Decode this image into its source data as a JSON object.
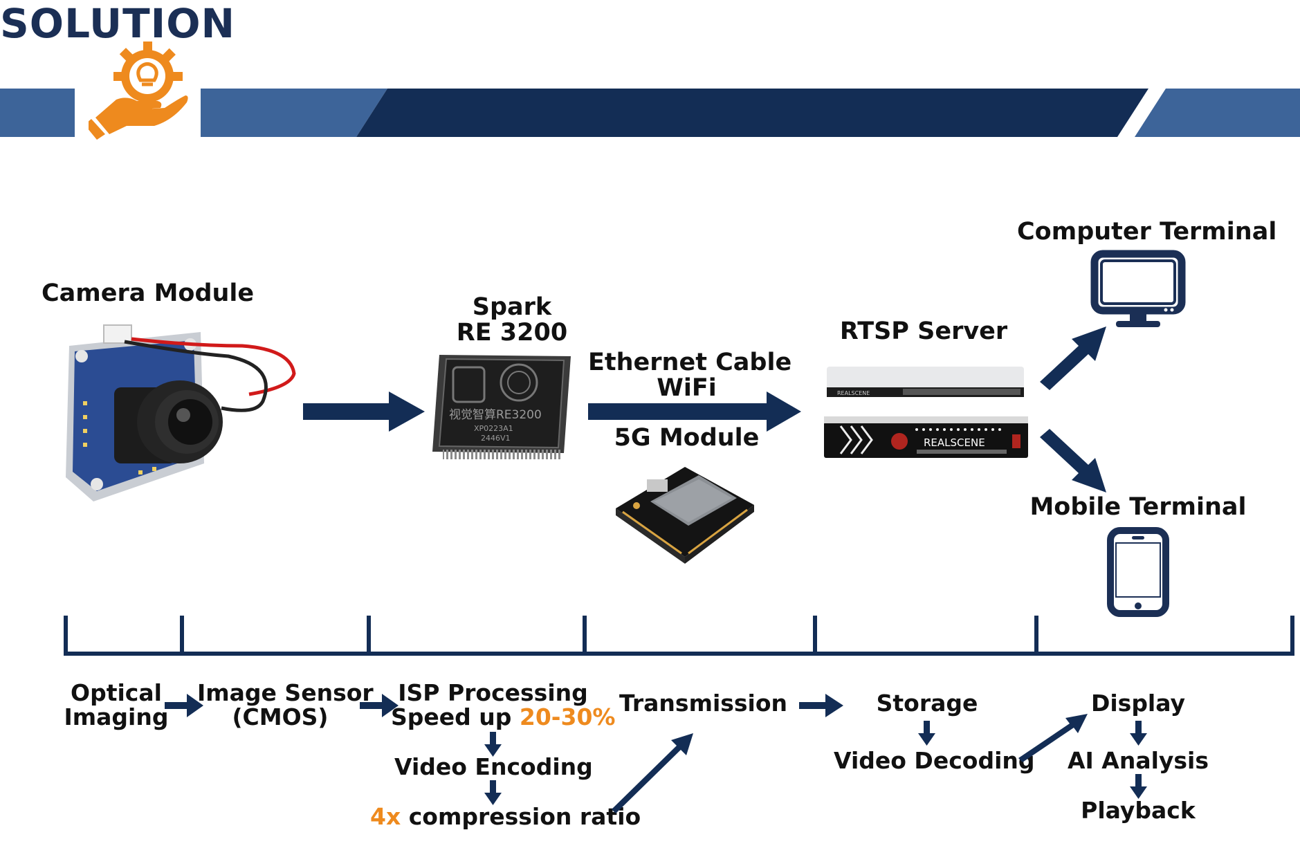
{
  "header": {
    "title": "SOLUTION",
    "icon": "lightbulb-gear-hand-icon",
    "colors": {
      "navy": "#132d55",
      "steel_blue": "#3d6499",
      "orange": "#ee8a1e"
    }
  },
  "devices": {
    "camera": {
      "label": "Camera Module",
      "icon": "camera-module-icon"
    },
    "chip": {
      "label_line1": "Spark",
      "label_line2": "RE 3200",
      "chip_text": "视觉智算RE3200",
      "chip_code1": "XP0223A1",
      "chip_code2": "2446V1",
      "icon": "chip-icon"
    },
    "link": {
      "label_line1": "Ethernet Cable",
      "label_line2": "WiFi",
      "label_5g": "5G Module",
      "icon": "5g-module-icon"
    },
    "server": {
      "label": "RTSP Server",
      "brand": "REALSCENE",
      "icon": "server-icon"
    },
    "computer": {
      "label": "Computer Terminal",
      "icon": "monitor-icon"
    },
    "mobile": {
      "label": "Mobile Terminal",
      "icon": "smartphone-icon"
    }
  },
  "pipeline": {
    "optical": {
      "line1": "Optical",
      "line2": "Imaging"
    },
    "sensor": {
      "line1": "Image Sensor",
      "line2": "(CMOS)"
    },
    "isp": {
      "line1": "ISP Processing",
      "line2_prefix": "Speed up ",
      "line2_highlight": "20-30%"
    },
    "encoding": "Video Encoding",
    "compression": {
      "highlight": "4x",
      "suffix": " compression ratio"
    },
    "transmission": "Transmission",
    "storage": "Storage",
    "decoding": "Video Decoding",
    "display": "Display",
    "ai": "AI Analysis",
    "playback": "Playback"
  }
}
